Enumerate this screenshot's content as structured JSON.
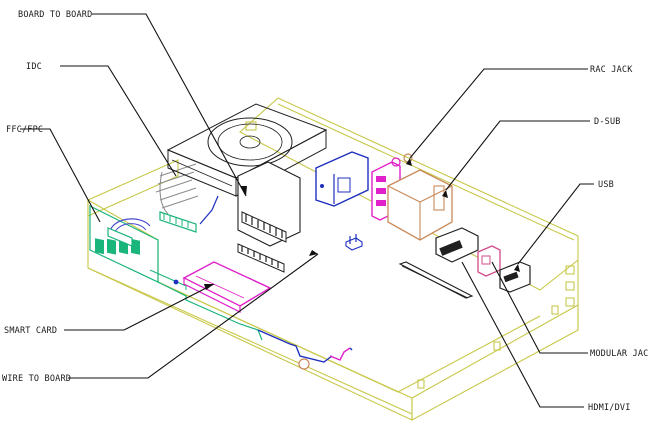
{
  "diagram": {
    "labels": {
      "board_to_board": "BOARD TO BOARD",
      "idc": "IDC",
      "ffc_fpc": "FFC/FPC",
      "smart_card": "SMART CARD",
      "wire_to_board": "WIRE TO BOARD",
      "rac_jack": "RAC JACK",
      "d_sub": "D-SUB",
      "usb": "USB",
      "modular_jack": "MODULAR JACK",
      "hdmi_dvi": "HDMI/DVI"
    },
    "colors": {
      "chassis": "#c8c84a",
      "green": "#19b57a",
      "blue": "#1d2fbf",
      "magenta": "#e020c8",
      "pink": "#d04a8a",
      "tan": "#c88a5a",
      "gray": "#8a8a8a",
      "black": "#202020",
      "text": "#1a1a1a"
    }
  }
}
